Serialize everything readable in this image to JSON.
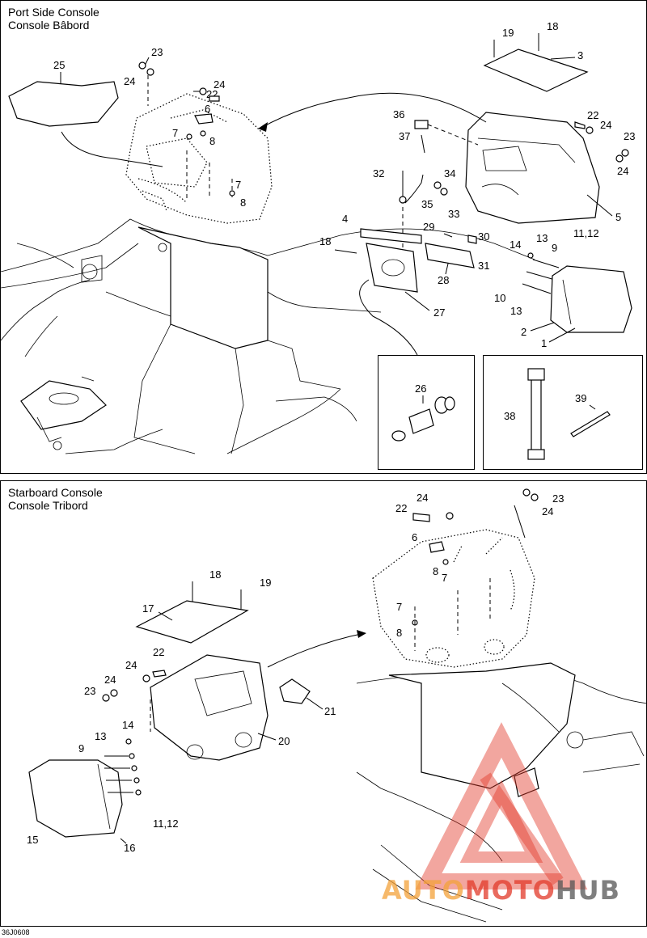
{
  "panels": {
    "port": {
      "title_en": "Port Side Console",
      "title_fr": "Console Bâbord"
    },
    "starboard": {
      "title_en": "Starboard Console",
      "title_fr": "Console Tribord"
    }
  },
  "diagram_code": "36J0608",
  "watermark": {
    "part1": "AUTO",
    "part2": "MOTO",
    "part3": "HUB",
    "color_red": "#e23a2a",
    "color_orange": "#f4a23a"
  },
  "port_labels": [
    "25",
    "23",
    "24",
    "24",
    "22",
    "6",
    "7",
    "8",
    "7",
    "8",
    "19",
    "18",
    "3",
    "36",
    "37",
    "22",
    "24",
    "23",
    "24",
    "5",
    "32",
    "34",
    "35",
    "33",
    "4",
    "29",
    "30",
    "31",
    "18",
    "28",
    "27",
    "14",
    "13",
    "9",
    "11,12",
    "10",
    "13",
    "2",
    "1",
    "26",
    "38",
    "39"
  ],
  "starboard_labels": [
    "24",
    "23",
    "24",
    "22",
    "6",
    "8",
    "7",
    "7",
    "8",
    "18",
    "19",
    "17",
    "22",
    "24",
    "24",
    "23",
    "21",
    "20",
    "14",
    "13",
    "9",
    "11,12",
    "15",
    "16"
  ]
}
